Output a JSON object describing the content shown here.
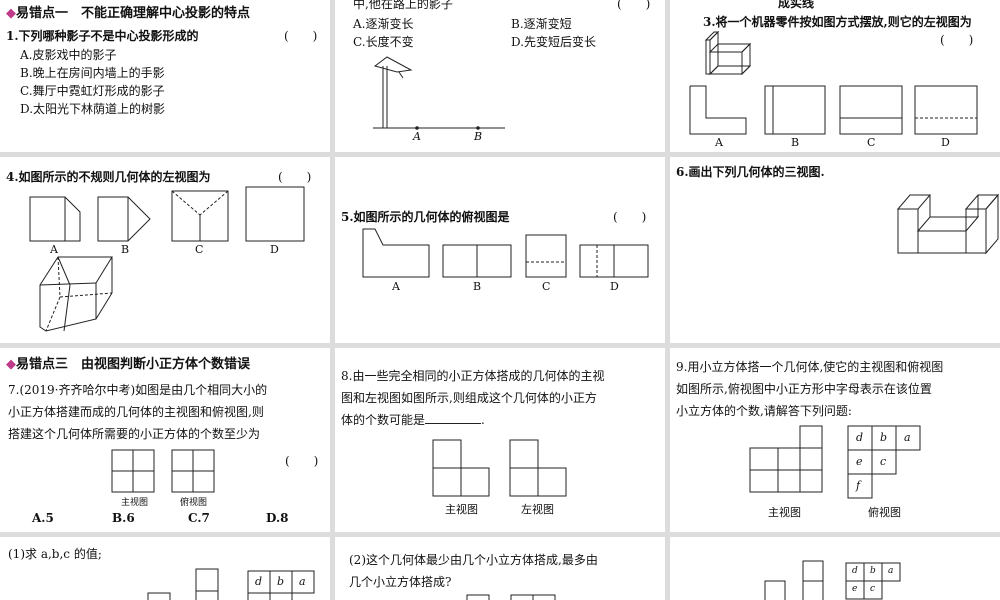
{
  "p1": {
    "section_mark": "◆",
    "section": "易错点一　不能正确理解中心投影的特点",
    "q": "1.下列哪种影子不是中心投影形成的",
    "paren": "(　　)",
    "a": "A.皮影戏中的影子",
    "b": "B.晚上在房间内墙上的手影",
    "c": "C.舞厅中霓虹灯形成的影子",
    "d": "D.太阳光下林荫道上的树影"
  },
  "p2": {
    "q_tail": "中,他在路上的影子",
    "paren": "(　　)",
    "a": "A.逐渐变长",
    "b": "B.逐渐变短",
    "c": "C.长度不变",
    "d": "D.先变短后变长",
    "pt_a": "A",
    "pt_b": "B"
  },
  "p3": {
    "heading": "成实线",
    "q": "3.将一个机器零件按如图方式摆放,则它的左视图为",
    "paren": "(　　)",
    "labels": [
      "A",
      "B",
      "C",
      "D"
    ]
  },
  "p4": {
    "q": "4.如图所示的不规则几何体的左视图为",
    "paren": "(　　)",
    "labels": [
      "A",
      "B",
      "C",
      "D"
    ]
  },
  "p5": {
    "q": "5.如图所示的几何体的俯视图是",
    "paren": "(　　)",
    "labels": [
      "A",
      "B",
      "C",
      "D"
    ]
  },
  "p6": {
    "q": "6.画出下列几何体的三视图."
  },
  "p7": {
    "section_mark": "◆",
    "section": "易错点三　由视图判断小正方体个数错误",
    "l1": "7.(2019·齐齐哈尔中考)如图是由几个相同大小的",
    "l2": "小正方体搭建而成的几何体的主视图和俯视图,则",
    "l3": "搭建这个几何体所需要的小正方体的个数至少为",
    "paren": "(　　)",
    "front": "主视图",
    "top": "俯视图",
    "a": "A.5",
    "b": "B.6",
    "c": "C.7",
    "d": "D.8"
  },
  "p8": {
    "l1": "8.由一些完全相同的小正方体搭成的几何体的主视",
    "l2": "图和左视图如图所示,则组成这个几何体的小正方",
    "l3": "体的个数可能是",
    "l3_end": ".",
    "front": "主视图",
    "left": "左视图"
  },
  "p9": {
    "l1": "9.用小立方体搭一个几何体,使它的主视图和俯视图",
    "l2": "如图所示,俯视图中小正方形中字母表示在该位置",
    "l3": "小立方体的个数,请解答下列问题:",
    "front": "主视图",
    "top": "俯视图",
    "letters": [
      "d",
      "b",
      "a",
      "e",
      "c",
      "f"
    ]
  },
  "p10": {
    "q": "(1)求 a,b,c 的值;",
    "letters": [
      "d",
      "b",
      "a"
    ]
  },
  "p11": {
    "l1": "(2)这个几何体最少由几个小立方体搭成,最多由",
    "l2": "几个小立方体搭成?"
  },
  "p12": {
    "letters": [
      "d",
      "b",
      "a",
      "e",
      "c"
    ]
  }
}
